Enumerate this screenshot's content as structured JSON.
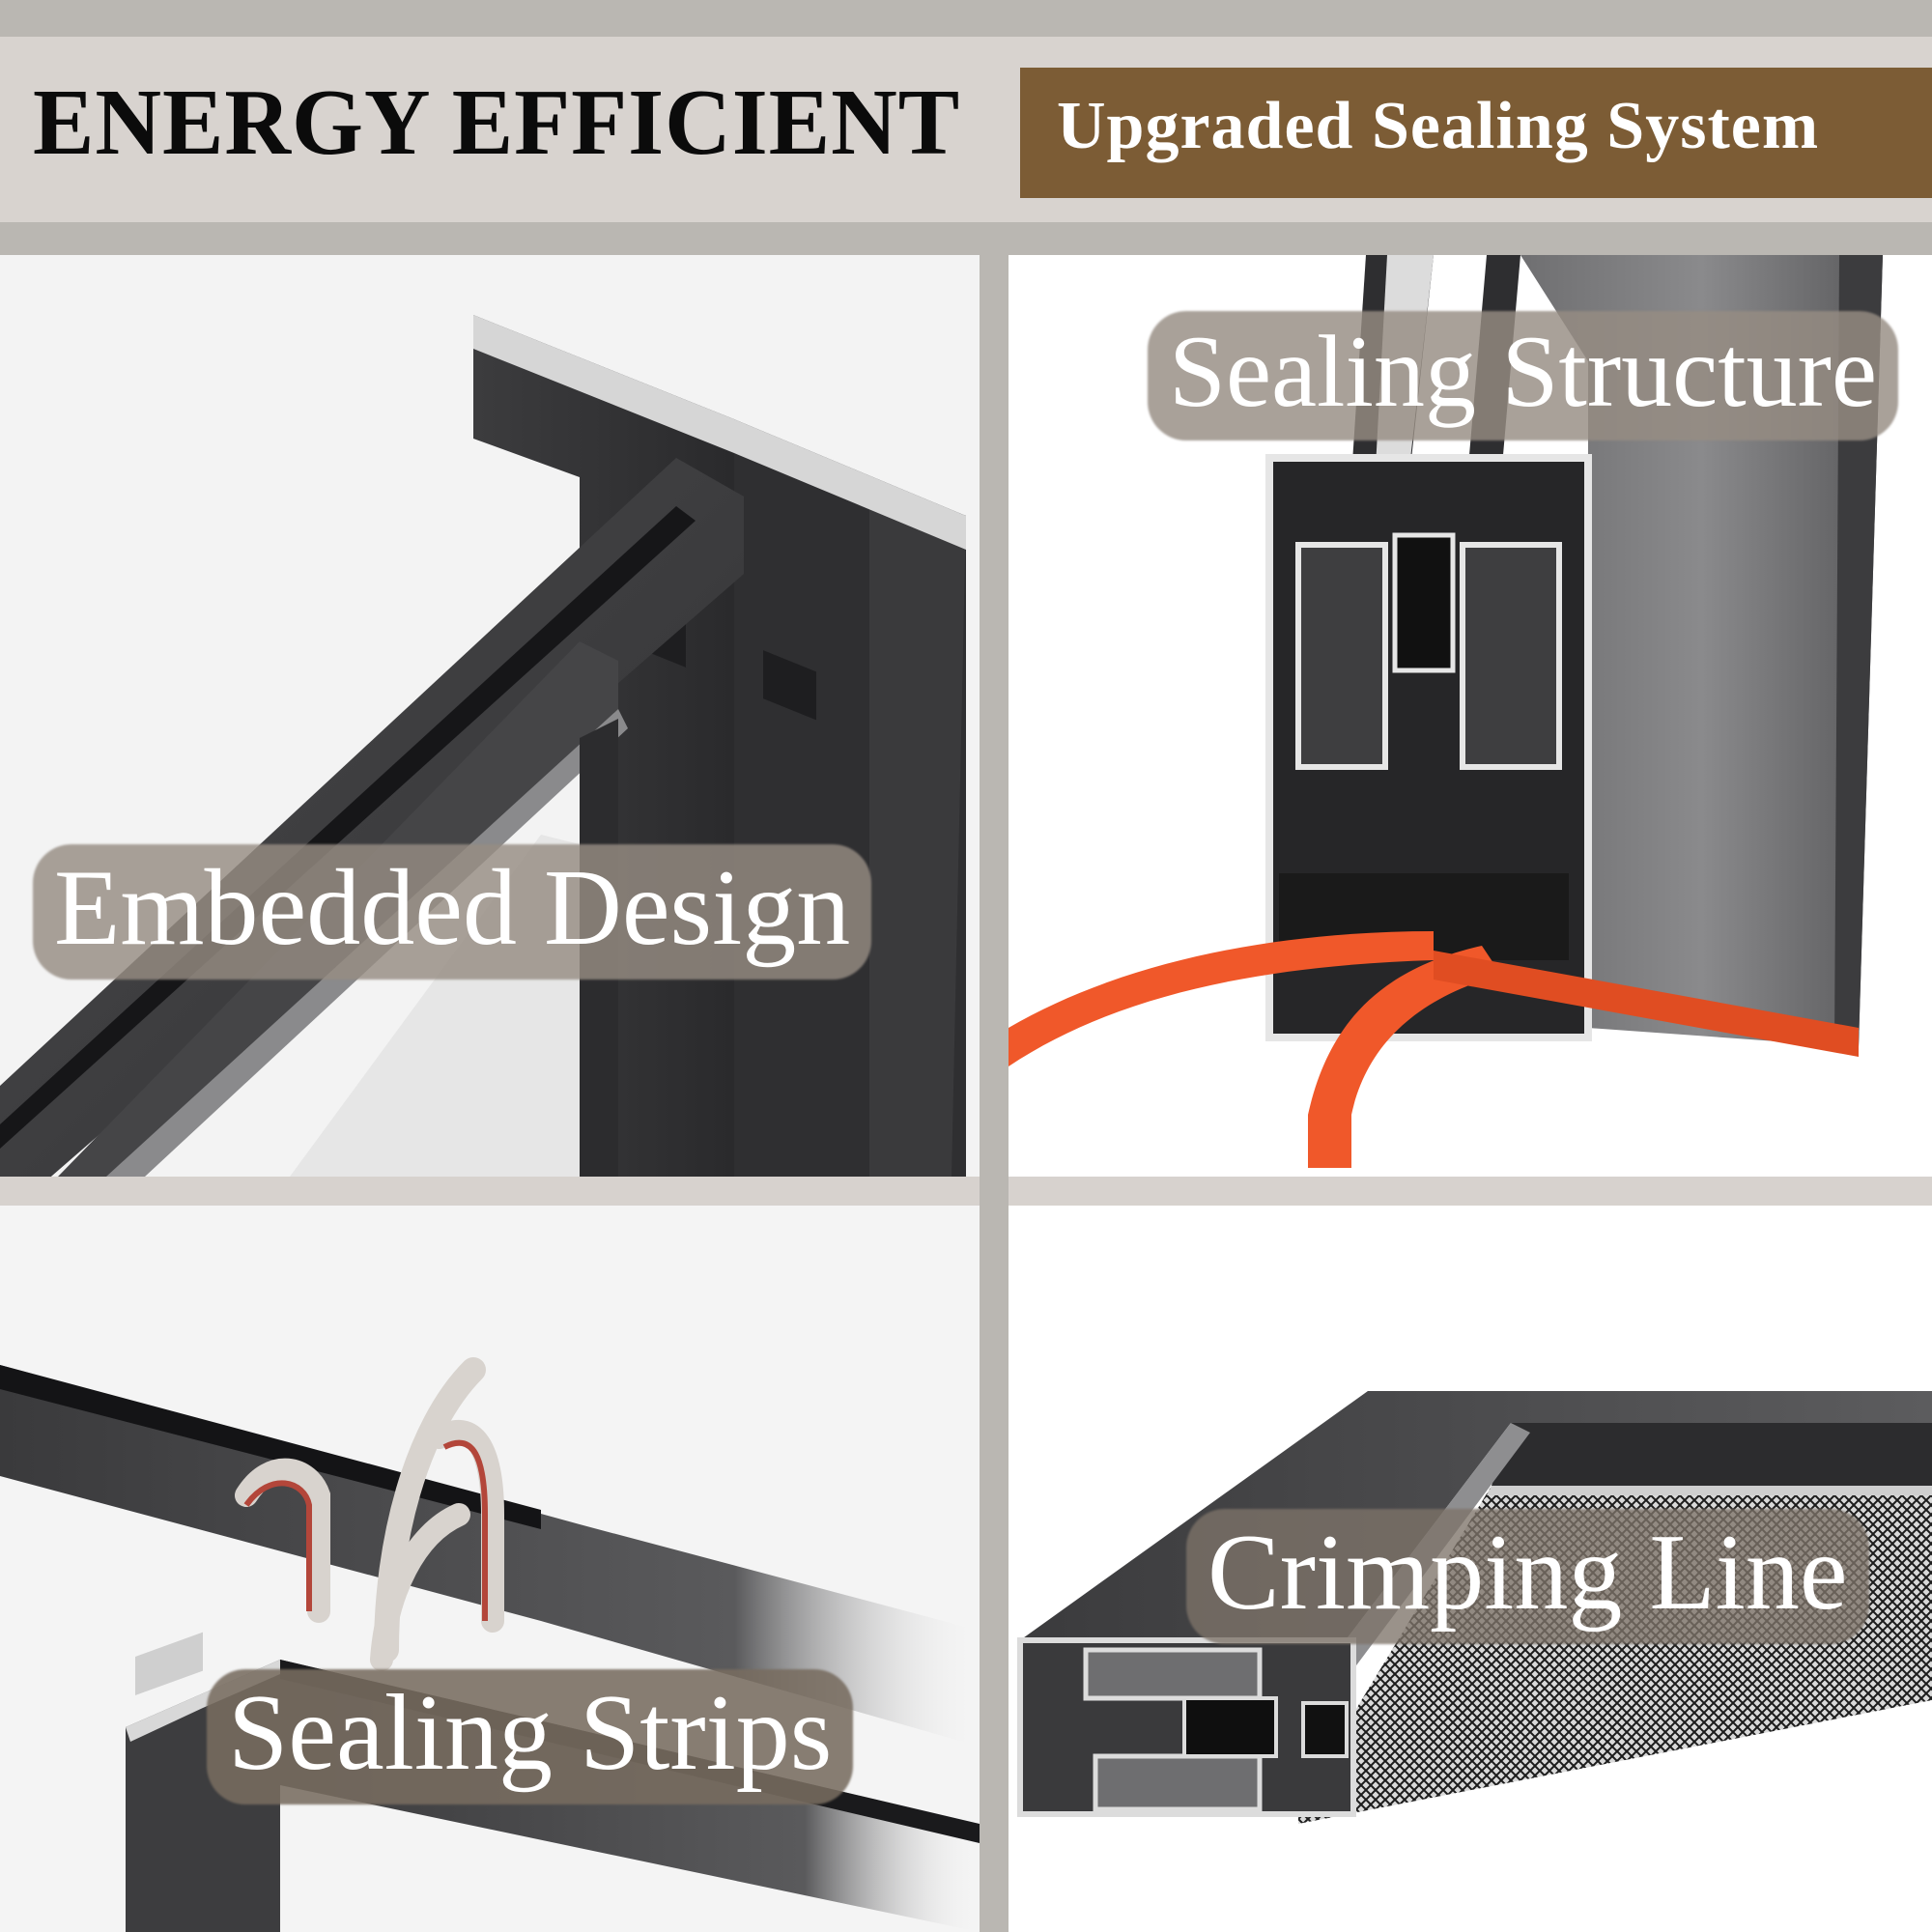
{
  "header": {
    "title": "ENERGY EFFICIENT",
    "subtitle": "Upgraded Sealing System",
    "colors": {
      "band": "#d8d3cf",
      "outer_band": "#bab7b2",
      "subtitle_box": "#7c5c35",
      "title_text": "#0b0b0b",
      "subtitle_text": "#ffffff"
    }
  },
  "panels": [
    {
      "position": "top-left",
      "label": "Embedded Design",
      "image": "aluminum-window-frame-corner-profile"
    },
    {
      "position": "top-right",
      "label": "Sealing Structure",
      "image": "window-frame-cross-section-with-orange-rubber-seal"
    },
    {
      "position": "bottom-left",
      "label": "Sealing Strips",
      "image": "sliding-frame-with-pile-weather-strips"
    },
    {
      "position": "bottom-right",
      "label": "Crimping Line",
      "image": "screen-frame-cross-section-with-mesh"
    }
  ],
  "colors": {
    "label_halo": "#968c82",
    "frame_dark": "#3a3a3c",
    "seal_orange": "#f0582a",
    "divider_light": "#d7d2ce",
    "divider_dark": "#bab7b2"
  }
}
